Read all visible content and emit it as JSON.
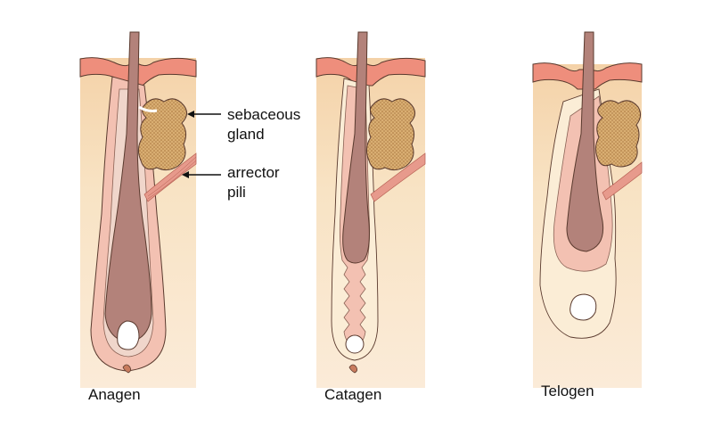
{
  "stages": [
    {
      "label": "Anagen"
    },
    {
      "label": "Catagen"
    },
    {
      "label": "Telogen"
    }
  ],
  "callouts": {
    "sebaceous": {
      "line1": "sebaceous",
      "line2": "gland"
    },
    "arrector": {
      "line1": "arrector",
      "line2": "pili"
    }
  },
  "colors": {
    "skin_base": "#F6DDB8",
    "epidermis": "#EE8E7C",
    "follicle": "#F3C1B2",
    "hair_shaft": "#B3827A",
    "gland": "#D6A96B",
    "muscle": "#E79A8C",
    "outline": "#5A3A2E"
  }
}
